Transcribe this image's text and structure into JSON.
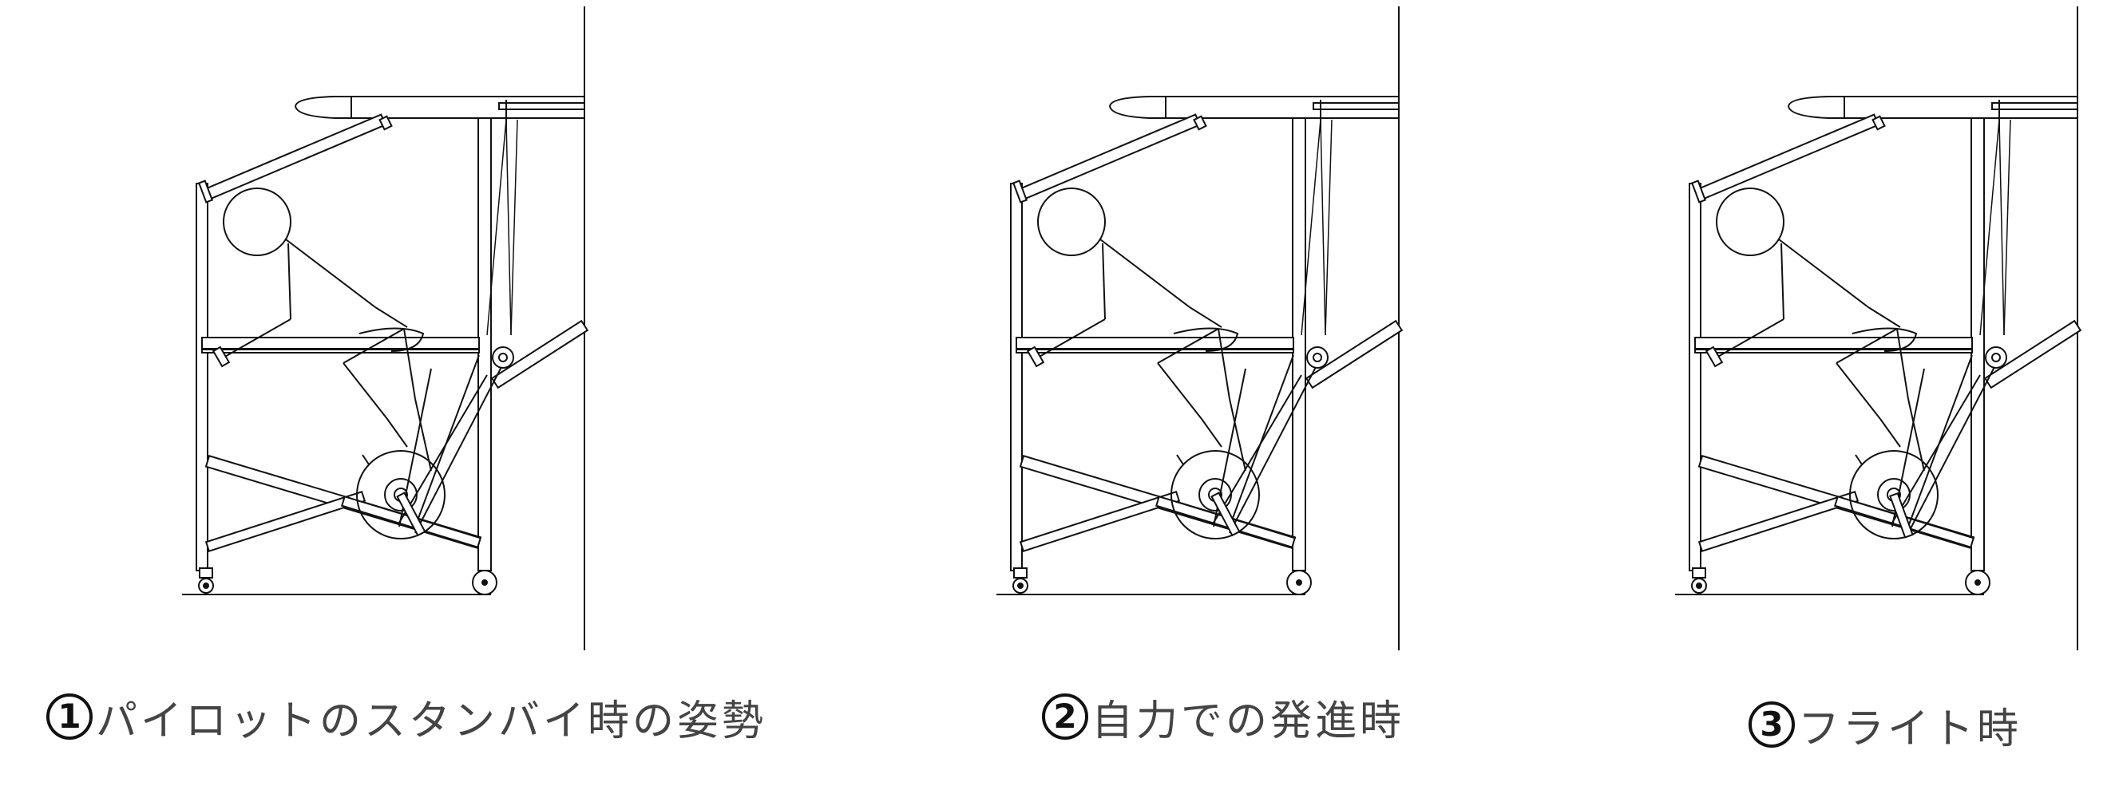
{
  "panels": [
    {
      "number": "1",
      "caption": "パイロットのスタンバイ時の姿勢",
      "crank_angle_deg": 62
    },
    {
      "number": "2",
      "caption": "自力での発進時",
      "crank_angle_deg": 62
    },
    {
      "number": "3",
      "caption": "フライト時",
      "crank_angle_deg": 70
    }
  ],
  "line_color": "#111111"
}
